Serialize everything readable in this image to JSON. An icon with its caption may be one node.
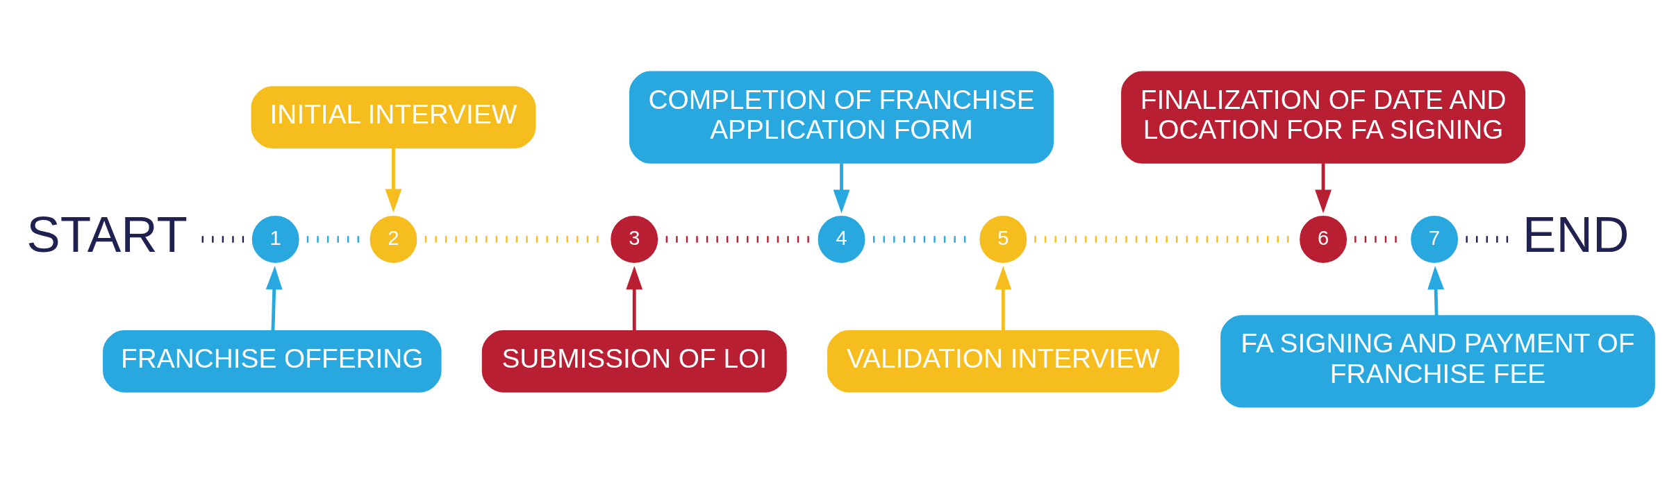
{
  "diagram": {
    "nodes": [
      {
        "text": [
          "START"
        ]
      },
      {
        "text": [
          "1"
        ]
      },
      {
        "text": [
          "FRANCHISE OFFERING"
        ]
      },
      {
        "text": [
          "2"
        ]
      },
      {
        "text": [
          "INITIAL INTERVIEW"
        ]
      },
      {
        "text": [
          "3"
        ]
      },
      {
        "text": [
          "SUBMISSION OF LOI"
        ]
      },
      {
        "text": [
          "4"
        ]
      },
      {
        "text": [
          "COMPLETION OF FRANCHISE APPLICATION FORM"
        ]
      },
      {
        "text": [
          "5"
        ]
      },
      {
        "text": [
          "VALIDATION INTERVIEW"
        ]
      },
      {
        "text": [
          "6"
        ]
      },
      {
        "text": [
          "FINALIZATION OF DATE AND LOCATION FOR FA SIGNING"
        ]
      },
      {
        "text": [
          "7"
        ]
      },
      {
        "text": [
          "FA SIGNING AND PAYMENT OF FRANCHISE FEE"
        ]
      },
      {
        "text": [
          "END"
        ]
      }
    ],
    "edges": [
      {
        "from": 0,
        "to": 1,
        "arrow": "none",
        "style": "dashed",
        "color": "#1f2151"
      },
      {
        "from": 1,
        "to": 3,
        "arrow": "none",
        "style": "dashed",
        "color": "#29a8e0"
      },
      {
        "from": 3,
        "to": 5,
        "arrow": "none",
        "style": "dashed",
        "color": "#f6bd1f"
      },
      {
        "from": 5,
        "to": 7,
        "arrow": "none",
        "style": "dashed",
        "color": "#b81f32"
      },
      {
        "from": 7,
        "to": 9,
        "arrow": "none",
        "style": "dashed",
        "color": "#29a8e0"
      },
      {
        "from": 9,
        "to": 11,
        "arrow": "none",
        "style": "dashed",
        "color": "#f6bd1f"
      },
      {
        "from": 11,
        "to": 13,
        "arrow": "none",
        "style": "dashed",
        "color": "#b81f32"
      },
      {
        "from": 13,
        "to": 15,
        "arrow": "none",
        "style": "dashed",
        "color": "#1f2151"
      },
      {
        "from": 2,
        "to": 1,
        "arrow": "to",
        "color": "#29a8e0"
      },
      {
        "from": 4,
        "to": 3,
        "arrow": "to",
        "color": "#f6bd1f"
      },
      {
        "from": 6,
        "to": 5,
        "arrow": "to",
        "color": "#b81f32"
      },
      {
        "from": 8,
        "to": 7,
        "arrow": "to",
        "color": "#29a8e0"
      },
      {
        "from": 10,
        "to": 9,
        "arrow": "to",
        "color": "#f6bd1f"
      },
      {
        "from": 12,
        "to": 11,
        "arrow": "to",
        "color": "#b81f32"
      },
      {
        "from": 14,
        "to": 13,
        "arrow": "to",
        "color": "#29a8e0"
      }
    ]
  }
}
